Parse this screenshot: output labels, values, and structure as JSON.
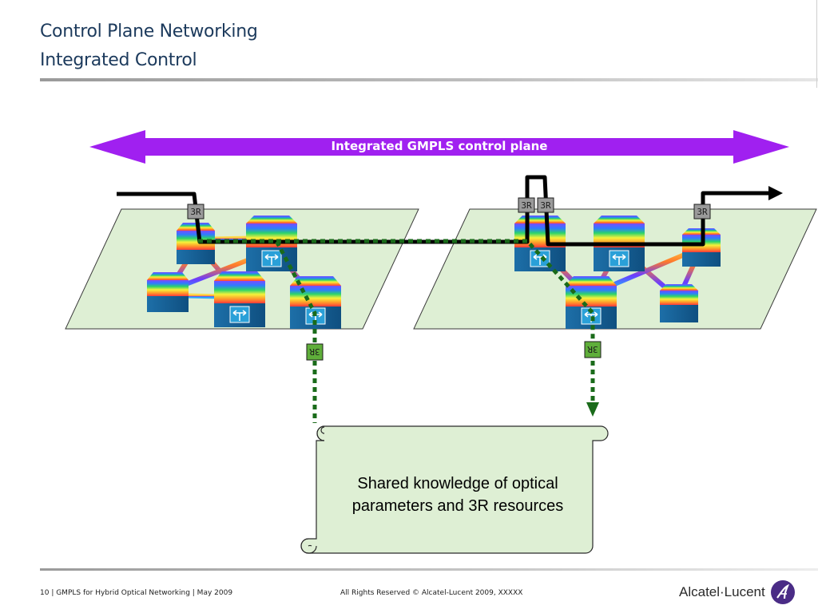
{
  "title": {
    "line1": "Control Plane Networking",
    "line2": "Integrated Control"
  },
  "banner": {
    "label": "Integrated GMPLS control plane",
    "color": "#a020f0"
  },
  "regenerator_label": "3R",
  "scroll": {
    "text_line1": "Shared knowledge of optical",
    "text_line2": "parameters and 3R resources",
    "fill": "#deefd4"
  },
  "colors": {
    "plane_fill": "#deefd4",
    "control_path": "#1a6b1a",
    "lightpath": "#000000",
    "node_body": "#1f8fc8"
  },
  "footer": {
    "left": "10 | GMPLS for Hybrid Optical Networking | May 2009",
    "center": "All Rights Reserved © Alcatel-Lucent 2009, XXXXX",
    "brand": "Alcatel·Lucent"
  }
}
